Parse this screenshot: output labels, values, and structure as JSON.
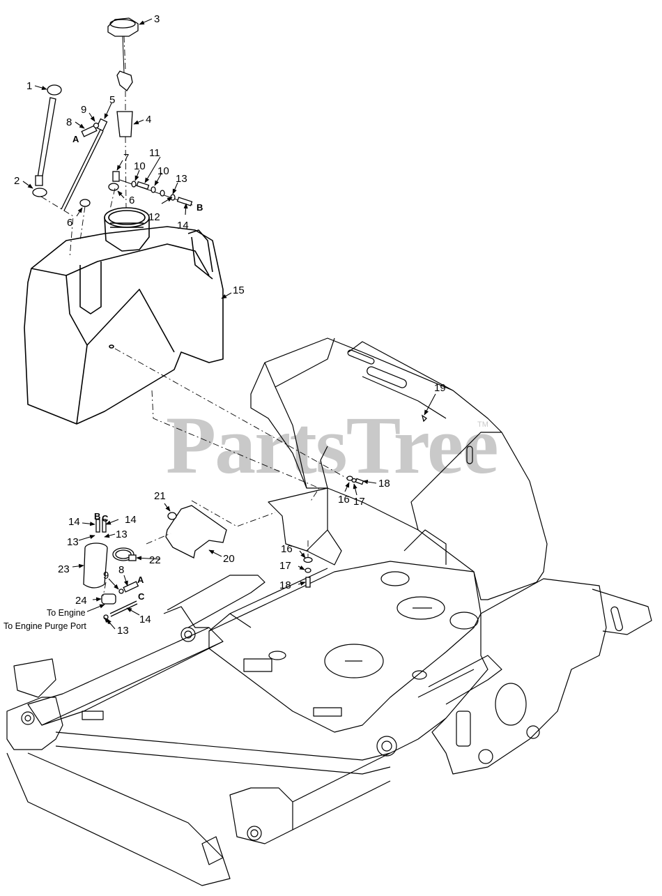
{
  "diagram": {
    "watermark": "PartsTree",
    "trademark": "TM",
    "callouts": [
      {
        "id": "c1",
        "text": "1"
      },
      {
        "id": "c2",
        "text": "2"
      },
      {
        "id": "c3",
        "text": "3"
      },
      {
        "id": "c4",
        "text": "4"
      },
      {
        "id": "c5",
        "text": "5"
      },
      {
        "id": "c6a",
        "text": "6"
      },
      {
        "id": "c6b",
        "text": "6"
      },
      {
        "id": "c7",
        "text": "7"
      },
      {
        "id": "c8a",
        "text": "8"
      },
      {
        "id": "c8b",
        "text": "8"
      },
      {
        "id": "c9a",
        "text": "9"
      },
      {
        "id": "c9b",
        "text": "9"
      },
      {
        "id": "c10a",
        "text": "10"
      },
      {
        "id": "c10b",
        "text": "10"
      },
      {
        "id": "c11",
        "text": "11"
      },
      {
        "id": "c12",
        "text": "12"
      },
      {
        "id": "c13a",
        "text": "13"
      },
      {
        "id": "c13b",
        "text": "13"
      },
      {
        "id": "c13c",
        "text": "13"
      },
      {
        "id": "c13d",
        "text": "13"
      },
      {
        "id": "c14a",
        "text": "14"
      },
      {
        "id": "c14b",
        "text": "14"
      },
      {
        "id": "c14c",
        "text": "14"
      },
      {
        "id": "c14d",
        "text": "14"
      },
      {
        "id": "c15",
        "text": "15"
      },
      {
        "id": "c16a",
        "text": "16"
      },
      {
        "id": "c16b",
        "text": "16"
      },
      {
        "id": "c17a",
        "text": "17"
      },
      {
        "id": "c17b",
        "text": "17"
      },
      {
        "id": "c18a",
        "text": "18"
      },
      {
        "id": "c18b",
        "text": "18"
      },
      {
        "id": "c19",
        "text": "19"
      },
      {
        "id": "c20",
        "text": "20"
      },
      {
        "id": "c21",
        "text": "21"
      },
      {
        "id": "c22",
        "text": "22"
      },
      {
        "id": "c23",
        "text": "23"
      },
      {
        "id": "c24",
        "text": "24"
      }
    ],
    "connectors": [
      {
        "id": "kA1",
        "text": "A"
      },
      {
        "id": "kA2",
        "text": "A"
      },
      {
        "id": "kB1",
        "text": "B"
      },
      {
        "id": "kB2",
        "text": "B"
      },
      {
        "id": "kC1",
        "text": "C"
      },
      {
        "id": "kC2",
        "text": "C"
      }
    ],
    "notes": {
      "to_engine": "To Engine",
      "to_engine_purge_port": "To Engine Purge Port"
    }
  }
}
